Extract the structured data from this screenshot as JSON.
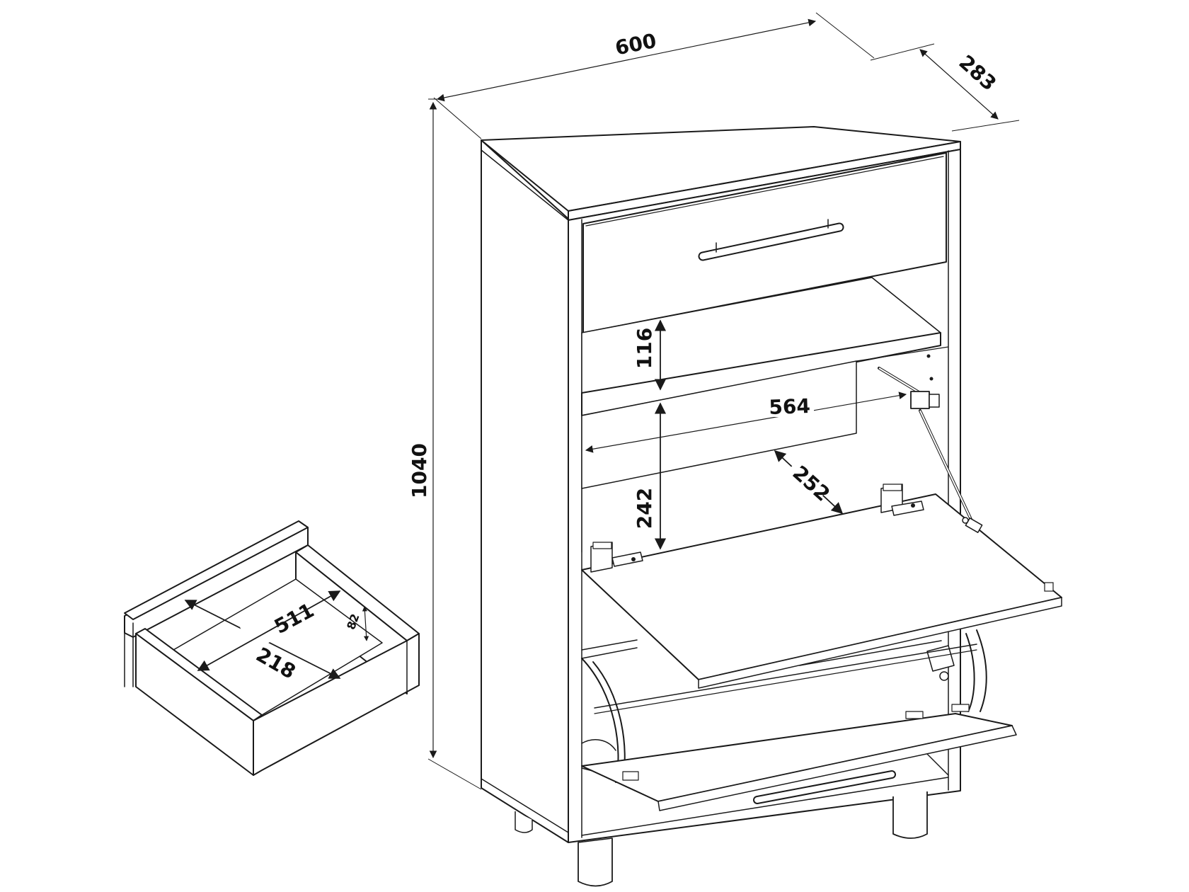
{
  "dimensions": {
    "width": "600",
    "depth": "283",
    "height": "1040",
    "drawer_opening_height": "116",
    "inner_width": "564",
    "compartment_height": "242",
    "flap_depth": "252",
    "drawer_inner_width": "511",
    "drawer_inner_depth": "218",
    "drawer_inner_height": "82"
  },
  "colors": {
    "line": "#1a1a1a",
    "background": "#ffffff"
  }
}
